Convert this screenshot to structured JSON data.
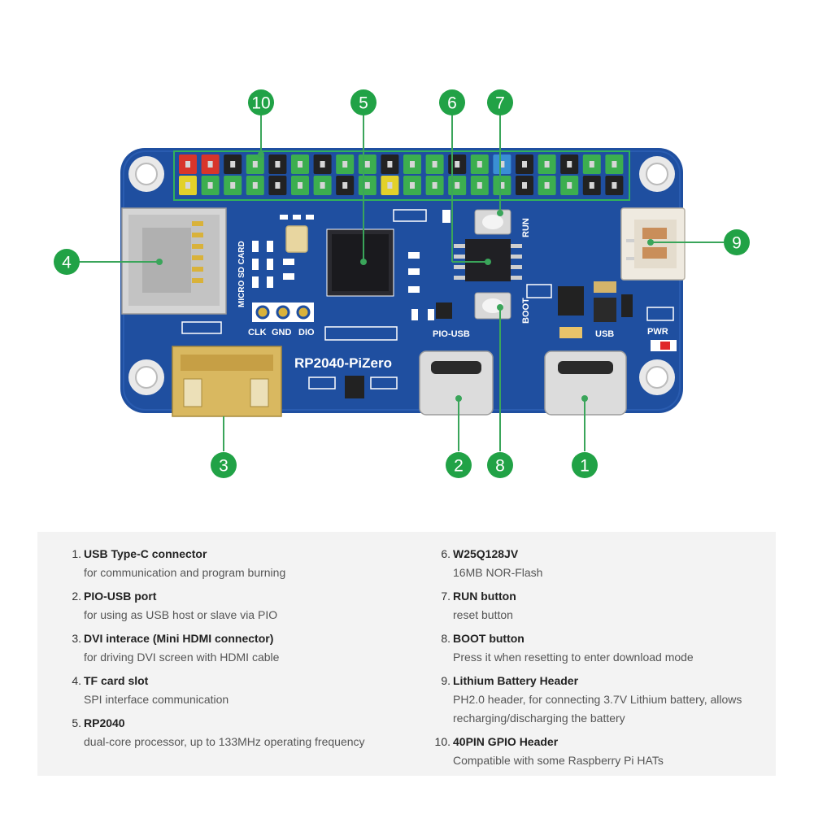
{
  "board": {
    "name": "RP2040-PiZero",
    "labels": {
      "micro_sd": "MICRO SD CARD",
      "clk": "CLK",
      "gnd": "GND",
      "dio": "DIO",
      "run": "RUN",
      "boot": "BOOT",
      "pio_usb": "PIO-USB",
      "usb": "USB",
      "pwr": "PWR"
    }
  },
  "callouts": [
    "1",
    "2",
    "3",
    "4",
    "5",
    "6",
    "7",
    "8",
    "9",
    "10"
  ],
  "colors": {
    "callout": "#21a246",
    "pcb": "#1f4fa0",
    "legend_bg": "#f3f3f3"
  },
  "legend": [
    {
      "num": "1.",
      "title": "USB Type-C connector",
      "desc": [
        "for communication and program burning"
      ]
    },
    {
      "num": "2.",
      "title": "PIO-USB port",
      "desc": [
        "for using as USB host or slave via PIO"
      ]
    },
    {
      "num": "3.",
      "title": "DVI interace (Mini HDMI connector)",
      "desc": [
        "for driving DVI screen with HDMI cable"
      ]
    },
    {
      "num": "4.",
      "title": "TF card slot",
      "desc": [
        "SPI interface communication"
      ]
    },
    {
      "num": "5.",
      "title": "RP2040",
      "desc": [
        "dual-core processor, up to 133MHz operating frequency"
      ]
    },
    {
      "num": "6.",
      "title": "W25Q128JV",
      "desc": [
        "16MB NOR-Flash"
      ]
    },
    {
      "num": "7.",
      "title": "RUN button",
      "desc": [
        "reset button"
      ]
    },
    {
      "num": "8.",
      "title": "BOOT button",
      "desc": [
        "Press it when resetting to enter download mode"
      ]
    },
    {
      "num": "9.",
      "title": "Lithium Battery Header",
      "desc": [
        "PH2.0 header, for connecting 3.7V Lithium battery, allows",
        "recharging/discharging the battery"
      ]
    },
    {
      "num": "10.",
      "title": "40PIN GPIO Header",
      "desc": [
        "Compatible with some Raspberry Pi HATs"
      ]
    }
  ]
}
